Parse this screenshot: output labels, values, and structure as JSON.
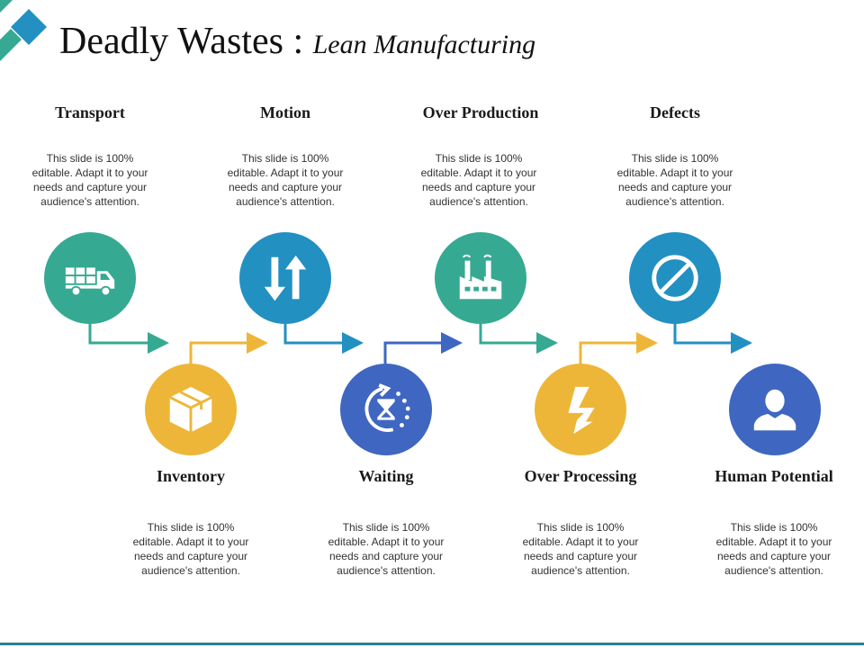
{
  "header": {
    "title": "Deadly Wastes :",
    "subtitle": "Lean Manufacturing"
  },
  "colors": {
    "teal": "#36a993",
    "blue": "#2390c2",
    "yellow": "#eeb638",
    "indigo": "#3f66c0",
    "accent_dark": "#2b7f8f"
  },
  "steps": [
    {
      "title": "Transport",
      "desc": "This slide is 100% editable. Adapt it to your needs and capture your audience's attention.",
      "icon": "truck-icon",
      "color": "teal"
    },
    {
      "title": "Inventory",
      "desc": "This slide is 100% editable. Adapt it to your needs and capture your audience's attention.",
      "icon": "box-icon",
      "color": "yellow"
    },
    {
      "title": "Motion",
      "desc": "This slide is 100% editable. Adapt it to your needs and capture your audience's attention.",
      "icon": "up-down-arrows-icon",
      "color": "blue"
    },
    {
      "title": "Waiting",
      "desc": "This slide is 100% editable. Adapt it to your needs and capture your audience's attention.",
      "icon": "hourglass-icon",
      "color": "indigo"
    },
    {
      "title": "Over Production",
      "desc": "This slide is 100% editable. Adapt it to your needs and capture your audience's attention.",
      "icon": "factory-icon",
      "color": "teal"
    },
    {
      "title": "Over Processing",
      "desc": "This slide is 100% editable. Adapt it to your needs and capture your audience's attention.",
      "icon": "lightning-icon",
      "color": "yellow"
    },
    {
      "title": "Defects",
      "desc": "This slide is 100% editable. Adapt it to your needs and capture your audience's attention.",
      "icon": "prohibited-icon",
      "color": "blue"
    },
    {
      "title": "Human Potential",
      "desc": "This slide is 100% editable. Adapt it to your needs and capture your audience's attention.",
      "icon": "person-icon",
      "color": "indigo"
    }
  ]
}
